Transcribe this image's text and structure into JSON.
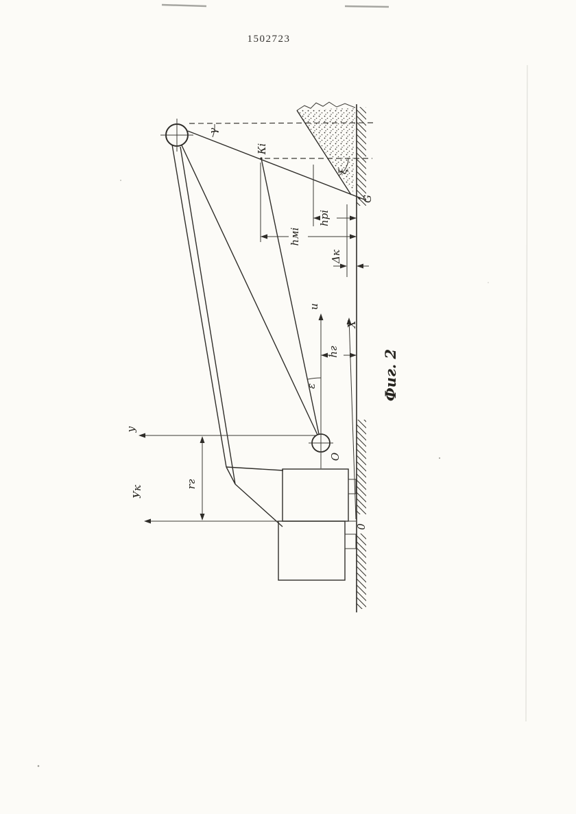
{
  "page": {
    "patent_number": "1502723",
    "figure_caption": "Фиг. 2",
    "paper_color": "#fcfbf7",
    "ink_color": "#2f2d29"
  },
  "figure": {
    "labels": {
      "y": "у",
      "yk": "Ук",
      "rt": "rг",
      "ki": "Кi",
      "gamma": "γ",
      "xi": "ξ",
      "g": "G",
      "hmi": "hмi",
      "hpi": "hрi",
      "dk": "Δк",
      "u": "u",
      "x": "X",
      "hg": "hг",
      "eps": "ε",
      "o": "O",
      "zero": "0"
    }
  }
}
